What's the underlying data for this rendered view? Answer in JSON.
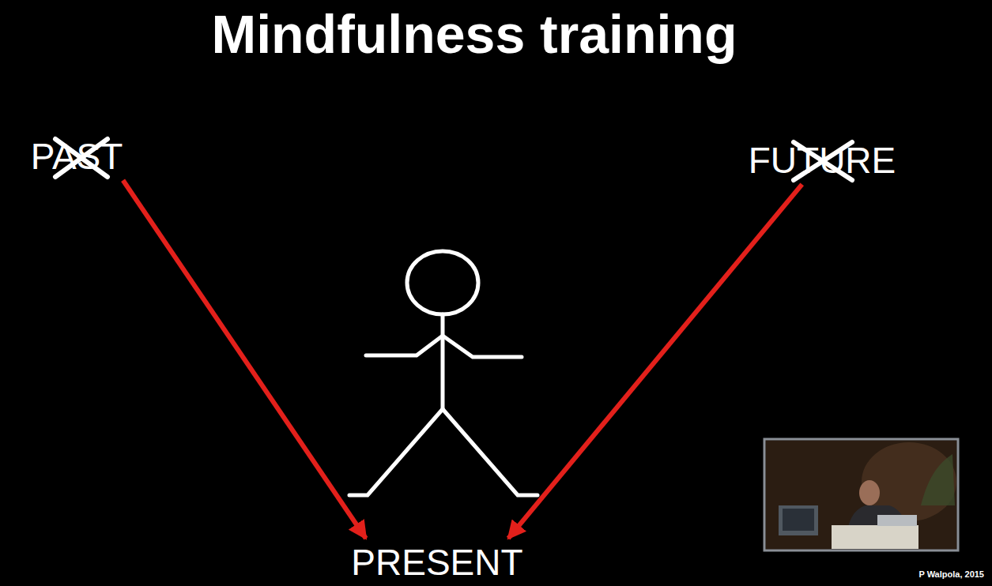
{
  "diagram": {
    "title": "Mindfulness training",
    "nodes": [
      {
        "text": [
          "PAST"
        ]
      },
      {
        "text": [
          "FUTURE"
        ]
      },
      {
        "text": [
          "PRESENT"
        ]
      }
    ],
    "edges": [
      {
        "from": 0,
        "to": 2,
        "arrow": "to"
      },
      {
        "from": 1,
        "to": 2,
        "arrow": "to"
      }
    ],
    "labels": [
      "P Walpola, 2015"
    ]
  }
}
